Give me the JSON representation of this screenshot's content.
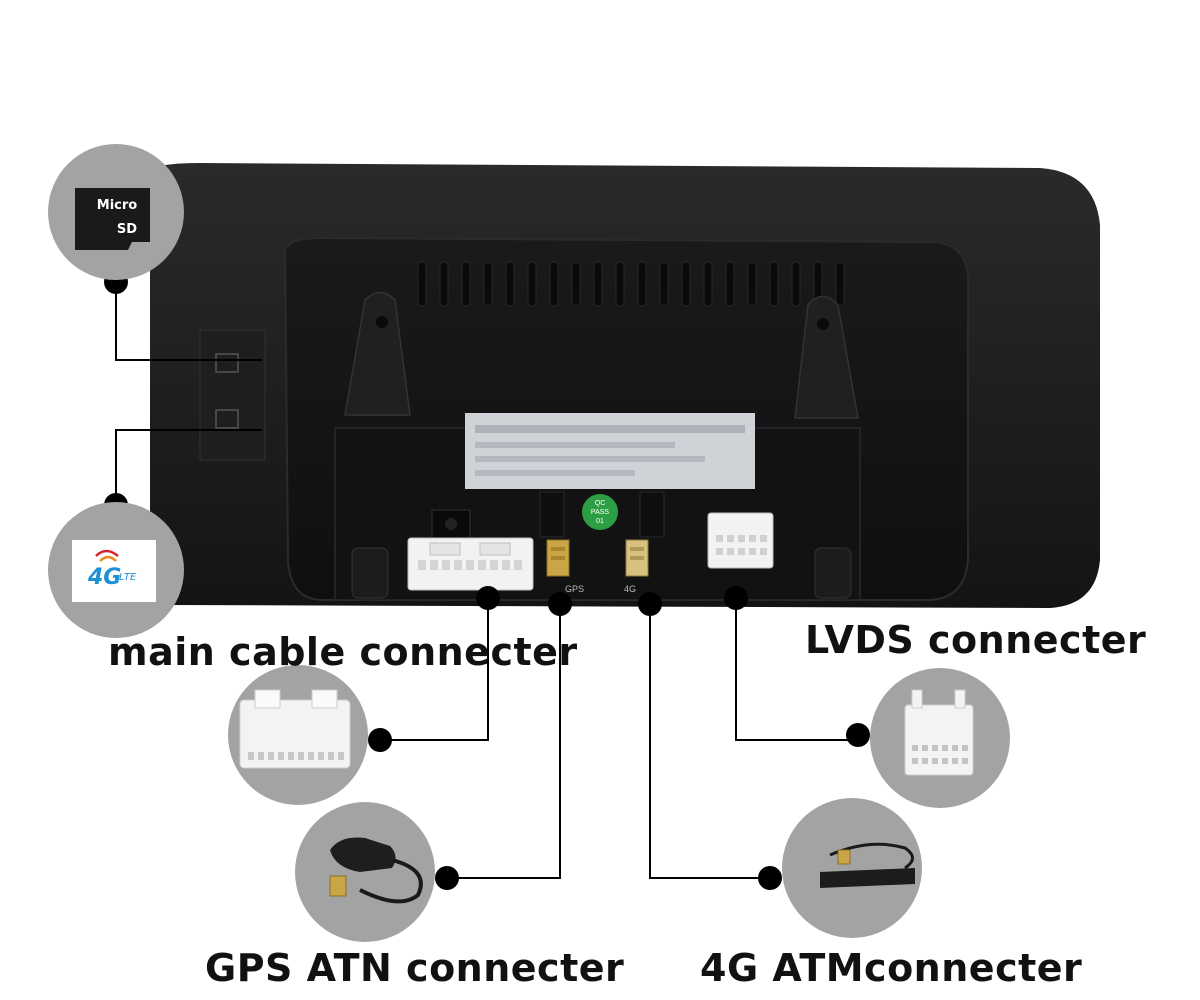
{
  "labels": {
    "main_cable": "main cable connecter",
    "lvds": "LVDS connecter",
    "gps": "GPS ATN connecter",
    "four_g": "4G ATMconnecter"
  },
  "unit_labels": {
    "gps_port": "GPS",
    "four_g_port": "4G",
    "qc_sticker_line1": "QC",
    "qc_sticker_line2": "PASS",
    "qc_sticker_line3": "01"
  },
  "callouts": {
    "micro_sd_line1": "Micro",
    "micro_sd_line2": "SD",
    "lte_logo_main": "4G",
    "lte_logo_sub": "LTE"
  },
  "colors": {
    "housing": "#1c1c1e",
    "callout_circle": "#a3a3a3",
    "connector_white": "#f2f2f2",
    "antenna_gold": "#c9a545",
    "qc_green": "#2e9e45",
    "dot": "#000000"
  }
}
